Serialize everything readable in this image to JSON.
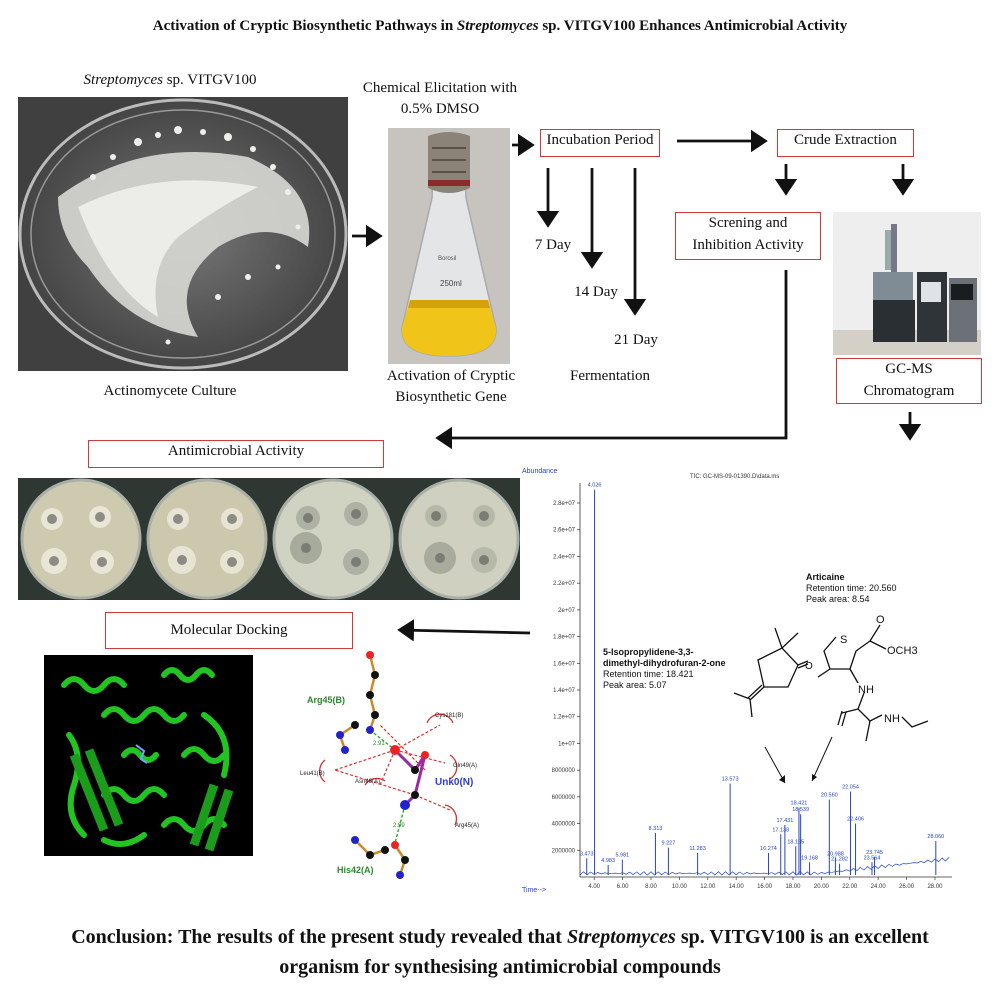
{
  "title": {
    "pre": "Activation of Cryptic Biosynthetic Pathways in ",
    "italic": "Streptomyces",
    "post": " sp. VITGV100 Enhances Antimicrobial Activity"
  },
  "culture": {
    "name_italic": "Streptomyces",
    "name_rest": " sp. VITGV100",
    "caption": "Actinomycete Culture"
  },
  "elicitation": {
    "line1": "Chemical Elicitation with",
    "line2": "0.5% DMSO",
    "caption_line1": "Activation of Cryptic",
    "caption_line2": "Biosynthetic Gene",
    "flask_label": "250ml",
    "flask_brand": "Borosil"
  },
  "incubation": {
    "label": "Incubation Period",
    "days": [
      "7 Day",
      "14 Day",
      "21 Day"
    ],
    "fermentation": "Fermentation"
  },
  "crude": {
    "label": "Crude Extraction"
  },
  "screening": {
    "line1": "Screning and",
    "line2": "Inhibition Activity"
  },
  "gcms": {
    "line1": "GC-MS",
    "line2": "Chromatogram"
  },
  "antimicrobial": {
    "label": "Antimicrobial Activity"
  },
  "docking": {
    "label": "Molecular Docking",
    "residues": [
      "Arg45(B)",
      "Cys181(B)",
      "Gln49(A)",
      "Leu41(B)",
      "Asn46(A)",
      "Unk0(N)",
      "Arg45(A)",
      "His42(A)"
    ],
    "distances": [
      "2.91",
      "2.99"
    ]
  },
  "chromatogram": {
    "header": "TIC: GC-MS-09-01390.D\\data.ms",
    "y_axis_label": "Abundance",
    "x_axis_label": "Time-->",
    "y_ticks": [
      "2000000",
      "4000000",
      "6000000",
      "8000000",
      "1e+07",
      "1.2e+07",
      "1.4e+07",
      "1.6e+07",
      "1.8e+07",
      "2e+07",
      "2.2e+07",
      "2.4e+07",
      "2.6e+07",
      "2.8e+07"
    ],
    "x_ticks": [
      "4.00",
      "6.00",
      "8.00",
      "10.00",
      "12.00",
      "14.00",
      "16.00",
      "18.00",
      "20.00",
      "22.00",
      "24.00",
      "26.00",
      "28.00"
    ],
    "peaks": [
      {
        "rt": 3.473,
        "h": 1400000,
        "label": "3.473"
      },
      {
        "rt": 4.026,
        "h": 29000000,
        "label": "4.026"
      },
      {
        "rt": 4.983,
        "h": 900000,
        "label": "4.983"
      },
      {
        "rt": 5.981,
        "h": 1300000,
        "label": "5.981"
      },
      {
        "rt": 8.313,
        "h": 3300000,
        "label": "8.313"
      },
      {
        "rt": 9.227,
        "h": 2200000,
        "label": "9.227"
      },
      {
        "rt": 11.283,
        "h": 1800000,
        "label": "11.283"
      },
      {
        "rt": 13.573,
        "h": 7000000,
        "label": "13.573"
      },
      {
        "rt": 16.274,
        "h": 1800000,
        "label": "16.274"
      },
      {
        "rt": 17.138,
        "h": 3200000,
        "label": "17.138"
      },
      {
        "rt": 17.431,
        "h": 3900000,
        "label": "17.431"
      },
      {
        "rt": 18.195,
        "h": 2300000,
        "label": "18.195"
      },
      {
        "rt": 18.421,
        "h": 5200000,
        "label": "18.421"
      },
      {
        "rt": 18.539,
        "h": 4700000,
        "label": "18.539"
      },
      {
        "rt": 19.168,
        "h": 1100000,
        "label": "19.168"
      },
      {
        "rt": 20.56,
        "h": 5800000,
        "label": "20.560"
      },
      {
        "rt": 20.988,
        "h": 1400000,
        "label": "20.988"
      },
      {
        "rt": 21.282,
        "h": 1000000,
        "label": "21.282"
      },
      {
        "rt": 22.054,
        "h": 6400000,
        "label": "22.054"
      },
      {
        "rt": 22.406,
        "h": 4000000,
        "label": "22.406"
      },
      {
        "rt": 23.564,
        "h": 1100000,
        "label": "23.564"
      },
      {
        "rt": 23.745,
        "h": 1500000,
        "label": "23.745"
      },
      {
        "rt": 28.06,
        "h": 2700000,
        "label": "28.060"
      }
    ],
    "compound1": {
      "name_line1": "5-Isopropylidene-3,3-",
      "name_line2": "dimethyl-dihydrofuran-2-one",
      "rt": "Retention time: 18.421",
      "area": "Peak area: 5.07",
      "atom_o": "O"
    },
    "compound2": {
      "name": "Articaine",
      "rt": "Retention time: 20.560",
      "area": "Peak area: 8.54",
      "atom_s": "S",
      "atom_o": "O",
      "och3": "OCH3",
      "nh1": "NH",
      "nh2": "NH"
    }
  },
  "conclusion": {
    "pre": "Conclusion: The results of the present study revealed that ",
    "italic": "Streptomyces",
    "post": " sp. VITGV100 is an excellent",
    "line2": "organism for synthesising antimicrobial compounds"
  },
  "colors": {
    "box_border": "#d23a3a",
    "arrow": "#111111",
    "protein": "#22c422",
    "agar": "#cfcbae"
  }
}
